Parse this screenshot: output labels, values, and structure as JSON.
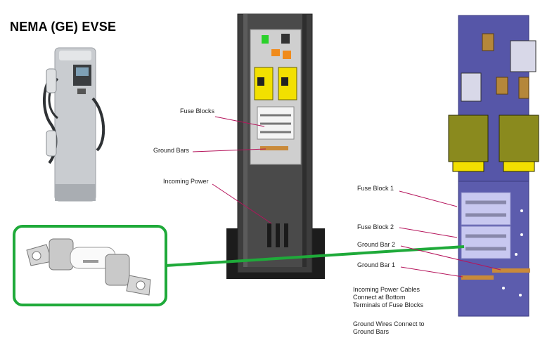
{
  "title": "NEMA (GE) EVSE",
  "pedestal_labels": {
    "fuse_blocks": "Fuse Blocks",
    "ground_bars": "Ground Bars",
    "incoming_power": "Incoming Power"
  },
  "panel_labels": {
    "fuse_block_1": "Fuse Block 1",
    "fuse_block_2": "Fuse Block 2",
    "ground_bar_2": "Ground Bar 2",
    "ground_bar_1": "Ground Bar 1"
  },
  "notes": {
    "power_line1": "Incoming Power Cables",
    "power_line2": "Connect at Bottom",
    "power_line3": "Terminals of Fuse Blocks",
    "ground_line1": "Ground Wires Connect to",
    "ground_line2": "Ground Bars"
  },
  "colors": {
    "callout_line": "#b5145b",
    "highlight": "#1faa3a",
    "panel": "#5656a8",
    "fuse_yellow": "#f2e000"
  }
}
